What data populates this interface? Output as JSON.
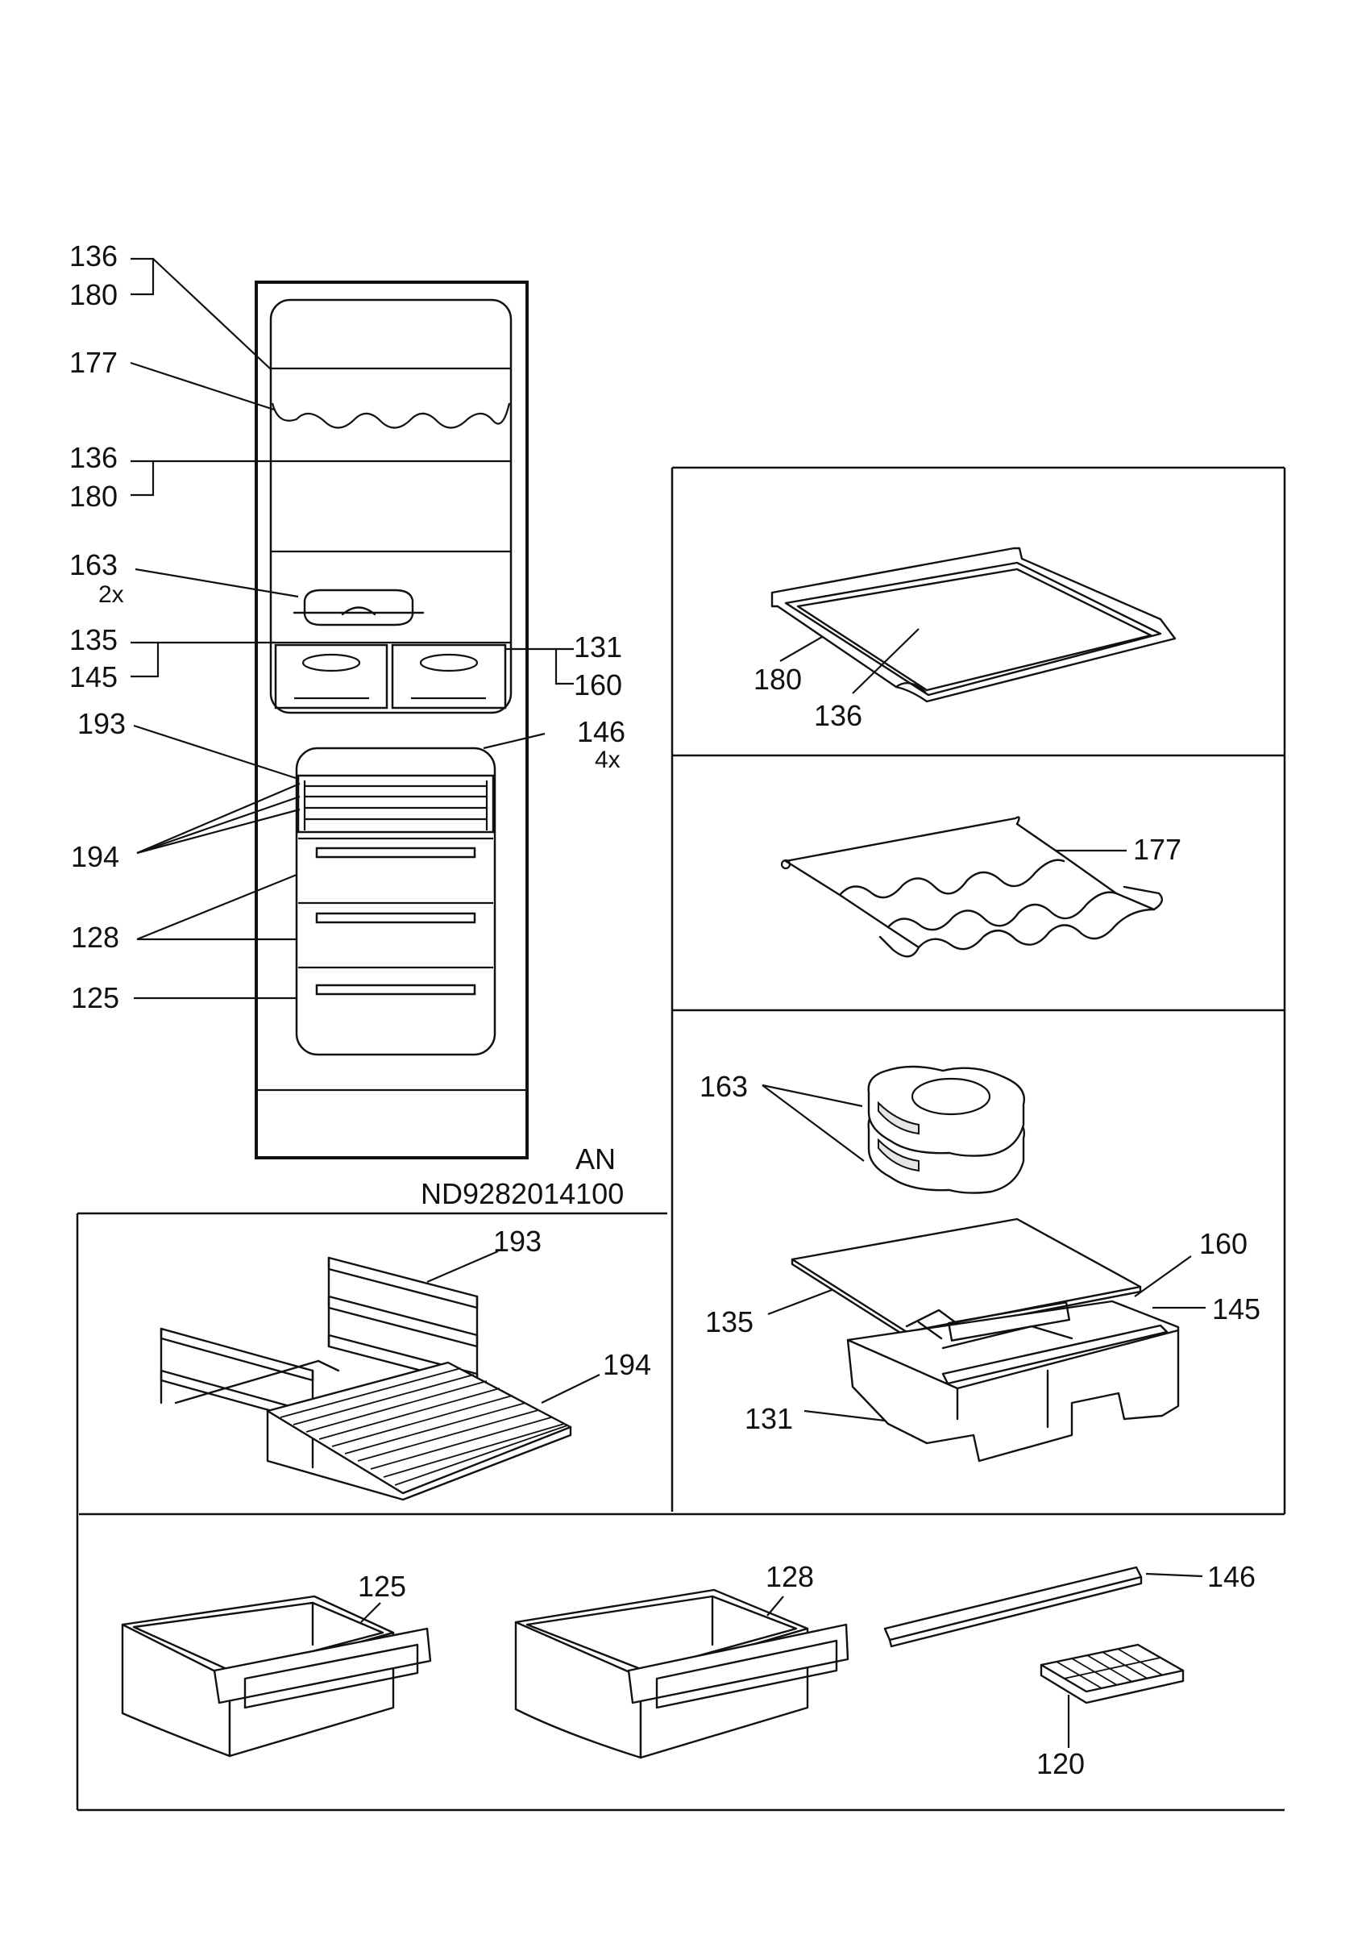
{
  "document": {
    "drawing_code": "AN",
    "drawing_number": "ND9282014100"
  },
  "overview_labels": [
    {
      "id": "136a",
      "text": "136"
    },
    {
      "id": "180a",
      "text": "180"
    },
    {
      "id": "177",
      "text": "177"
    },
    {
      "id": "136b",
      "text": "136"
    },
    {
      "id": "180b",
      "text": "180"
    },
    {
      "id": "163",
      "text": "163"
    },
    {
      "id": "163q",
      "text": "2x"
    },
    {
      "id": "135",
      "text": "135"
    },
    {
      "id": "145",
      "text": "145"
    },
    {
      "id": "131",
      "text": "131"
    },
    {
      "id": "160",
      "text": "160"
    },
    {
      "id": "193",
      "text": "193"
    },
    {
      "id": "146",
      "text": "146"
    },
    {
      "id": "146q",
      "text": "4x"
    },
    {
      "id": "194",
      "text": "194"
    },
    {
      "id": "128",
      "text": "128"
    },
    {
      "id": "125",
      "text": "125"
    }
  ],
  "detail_labels": {
    "shelf": [
      "180",
      "136"
    ],
    "bottle_rack": [
      "177"
    ],
    "crisper_assembly": [
      "163",
      "160",
      "135",
      "145",
      "131"
    ],
    "basket": [
      "193",
      "194"
    ],
    "drawers": [
      "125",
      "128"
    ],
    "accessories": [
      "146",
      "120"
    ]
  }
}
